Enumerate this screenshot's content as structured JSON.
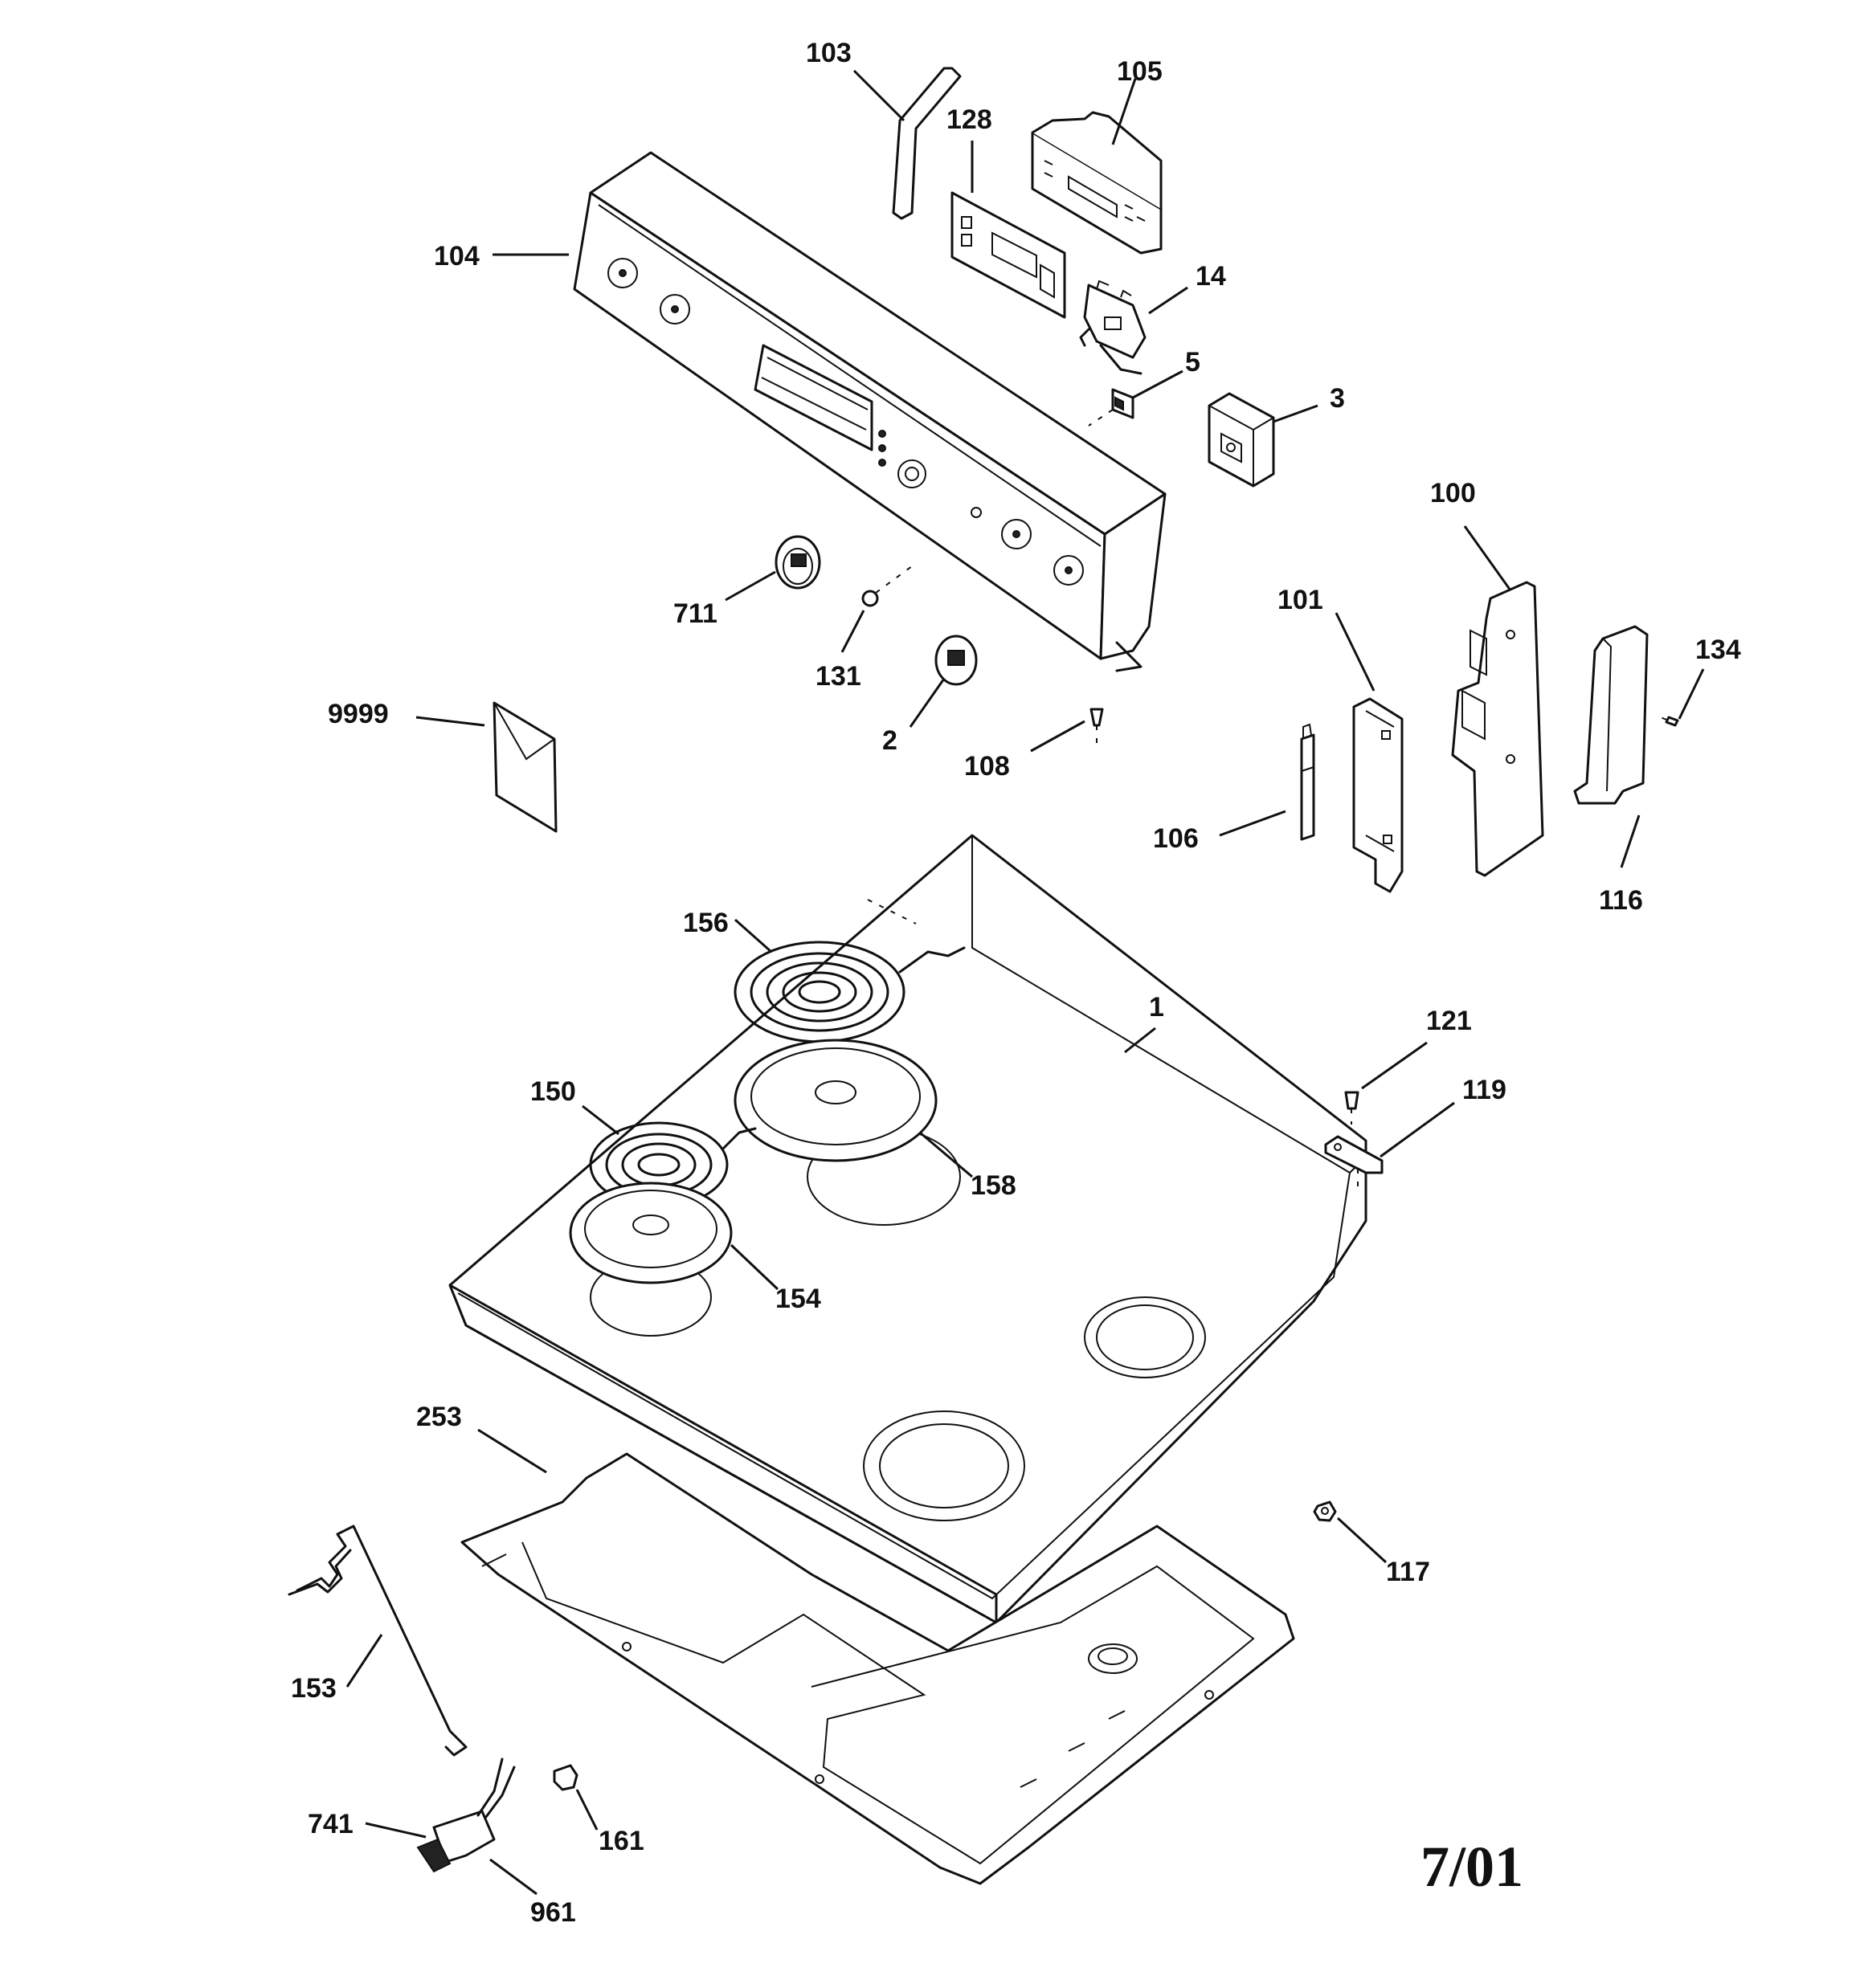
{
  "callouts": [
    {
      "id": "103",
      "label": "103"
    },
    {
      "id": "105",
      "label": "105"
    },
    {
      "id": "128",
      "label": "128"
    },
    {
      "id": "104",
      "label": "104"
    },
    {
      "id": "14",
      "label": "14"
    },
    {
      "id": "5",
      "label": "5"
    },
    {
      "id": "3",
      "label": "3"
    },
    {
      "id": "100",
      "label": "100"
    },
    {
      "id": "101",
      "label": "101"
    },
    {
      "id": "711",
      "label": "711"
    },
    {
      "id": "131",
      "label": "131"
    },
    {
      "id": "2",
      "label": "2"
    },
    {
      "id": "134",
      "label": "134"
    },
    {
      "id": "9999",
      "label": "9999"
    },
    {
      "id": "108",
      "label": "108"
    },
    {
      "id": "106",
      "label": "106"
    },
    {
      "id": "116",
      "label": "116"
    },
    {
      "id": "156",
      "label": "156"
    },
    {
      "id": "1",
      "label": "1"
    },
    {
      "id": "121",
      "label": "121"
    },
    {
      "id": "150",
      "label": "150"
    },
    {
      "id": "119",
      "label": "119"
    },
    {
      "id": "158",
      "label": "158"
    },
    {
      "id": "154",
      "label": "154"
    },
    {
      "id": "253",
      "label": "253"
    },
    {
      "id": "117",
      "label": "117"
    },
    {
      "id": "153",
      "label": "153"
    },
    {
      "id": "741",
      "label": "741"
    },
    {
      "id": "161",
      "label": "161"
    },
    {
      "id": "961",
      "label": "961"
    }
  ],
  "revision_date": "7/01"
}
